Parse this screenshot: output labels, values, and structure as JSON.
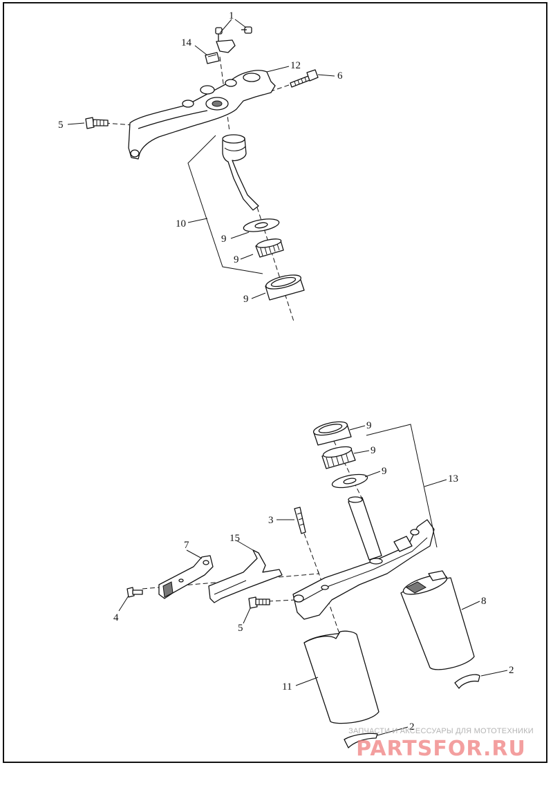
{
  "callouts": {
    "c1": "1",
    "c14": "14",
    "c12": "12",
    "c6": "6",
    "c5_top": "5",
    "c10": "10",
    "c9_washer_top": "9",
    "c9_bearing_top": "9",
    "c9_race_top": "9",
    "c9_race_bottom": "9",
    "c9_bearing_bottom": "9",
    "c9_washer_bottom": "9",
    "c13": "13",
    "c3": "3",
    "c7": "7",
    "c15": "15",
    "c4": "4",
    "c5_bottom": "5",
    "c8": "8",
    "c11": "11",
    "c2_right": "2",
    "c2_bottom": "2"
  },
  "watermark": {
    "caption": "ЗАПЧАСТИ И АКСЕССУАРЫ ДЛЯ МОТОТЕХНИКИ",
    "logo": "PARTSFOR.RU",
    "logo_color": "#f08080",
    "caption_color": "#b4b4b4"
  },
  "colors": {
    "line": "#111111",
    "background": "#ffffff"
  }
}
